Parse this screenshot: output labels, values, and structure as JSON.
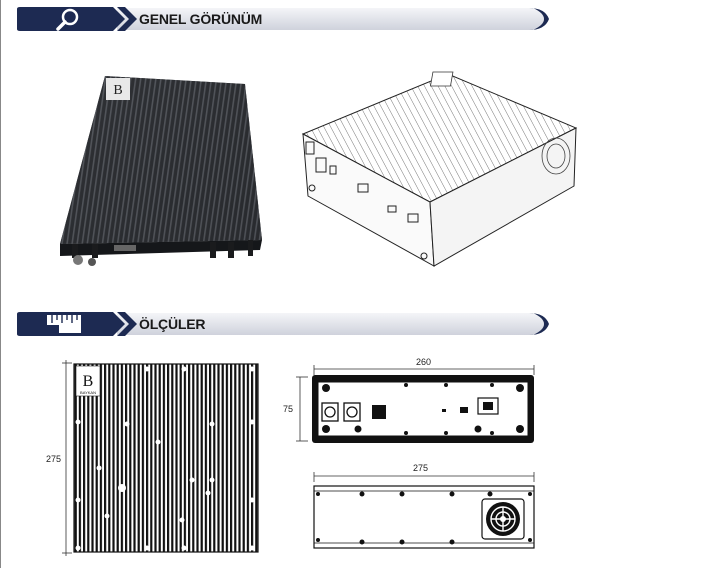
{
  "sections": {
    "overview": {
      "title": "GENEL GÖRÜNÜM",
      "icon": "magnifier-icon"
    },
    "dimensions": {
      "title": "ÖLÇÜLER",
      "icon": "ruler-icon"
    }
  },
  "dimensions": {
    "height_left": "275",
    "front_width": "260",
    "front_height": "75",
    "side_width": "275"
  },
  "colors": {
    "banner_navy": "#1d2a52",
    "banner_gray": "#e3e5ec",
    "device_dark": "#2b2d30"
  }
}
